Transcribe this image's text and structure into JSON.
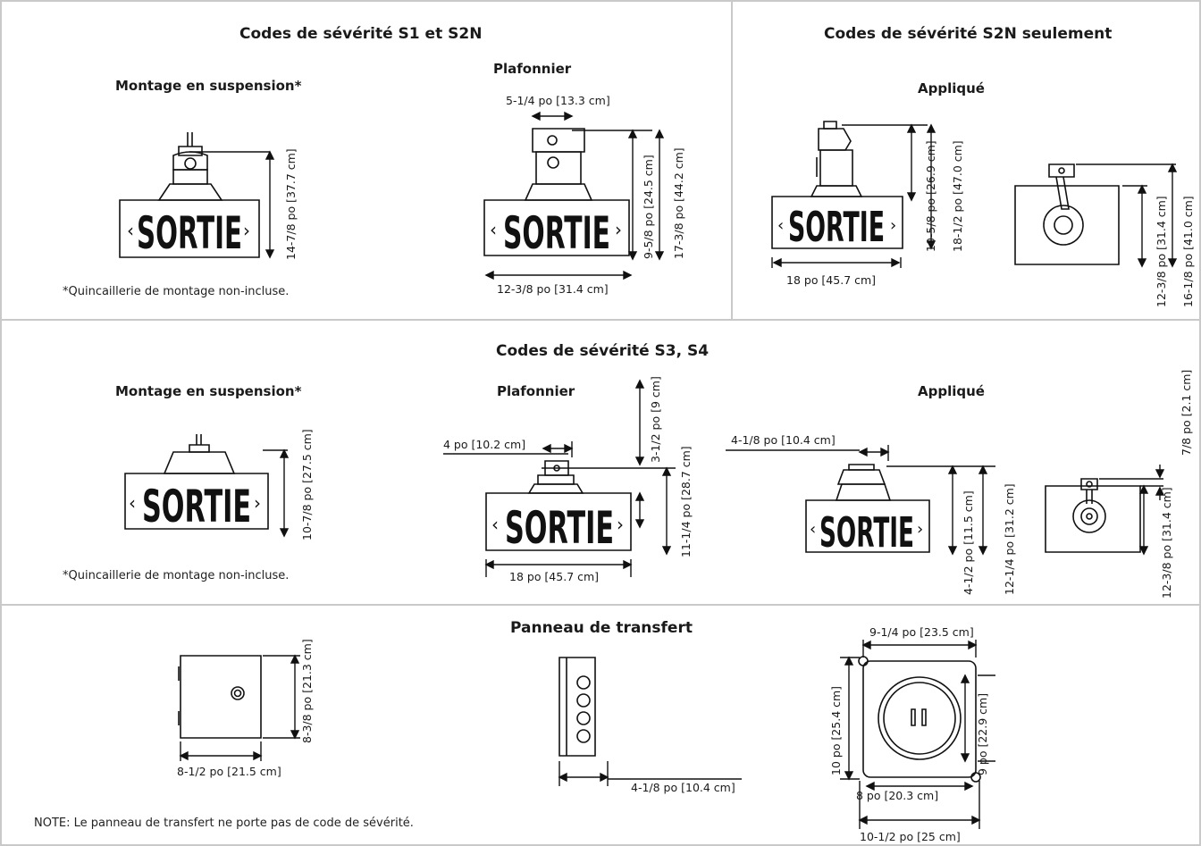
{
  "sections": {
    "s1_s2n": {
      "title": "Codes de sévérité S1 et S2N",
      "suspension": {
        "title": "Montage en suspension*",
        "height": "14-7/8 po [37.7 cm]",
        "note": "*Quincaillerie de montage non-incluse.",
        "sign_text": "SORTIE"
      },
      "plafonnier": {
        "title": "Plafonnier",
        "top_width": "5-1/4 po [13.3 cm]",
        "body_height": "9-5/8 po [24.5 cm]",
        "total_height": "17-3/8 po [44.2 cm]",
        "width": "12-3/8 po [31.4 cm]"
      }
    },
    "s2n_only": {
      "title": "Codes de sévérité S2N seulement",
      "applique": {
        "title": "Appliqué",
        "body_height": "10-5/8 po [26.9 cm]",
        "total_height": "18-1/2 po [47.0 cm]",
        "width": "18 po [45.7 cm]",
        "side_height": "12-3/8 po [31.4 cm]",
        "side_total": "16-1/8 po [41.0 cm]"
      }
    },
    "s3_s4": {
      "title": "Codes de sévérité S3, S4",
      "suspension": {
        "title": "Montage en suspension*",
        "height": "10-7/8 po [27.5 cm]",
        "note": "*Quincaillerie de montage non-incluse."
      },
      "plafonnier": {
        "title": "Plafonnier",
        "top_width": "4 po [10.2 cm]",
        "top_height": "3-1/2 po [9 cm]",
        "height": "11-1/4 po [28.7 cm]",
        "width": "18 po [45.7 cm]"
      },
      "applique": {
        "title": "Appliqué",
        "top_width": "4-1/8 po [10.4 cm]",
        "body_height": "4-1/2 po [11.5 cm]",
        "total_height": "12-1/4 po [31.2 cm]",
        "top_height": "7/8 po [2.1 cm]",
        "side_height": "12-3/8 po [31.4 cm]"
      }
    },
    "transfer": {
      "title": "Panneau de transfert",
      "box_width": "8-1/2 po [21.5 cm]",
      "box_height": "8-3/8 po [21.3 cm]",
      "side_depth": "4-1/8 po [10.4 cm]",
      "plate_width_top": "9-1/4 po [23.5 cm]",
      "plate_height_left": "10 po [25.4 cm]",
      "plate_height_right": "9 po [22.9 cm]",
      "plate_inner_width": "8 po [20.3 cm]",
      "plate_outer_width": "10-1/2 po [25 cm]",
      "note": "NOTE: Le panneau de transfert ne porte pas de code de sévérité."
    }
  }
}
